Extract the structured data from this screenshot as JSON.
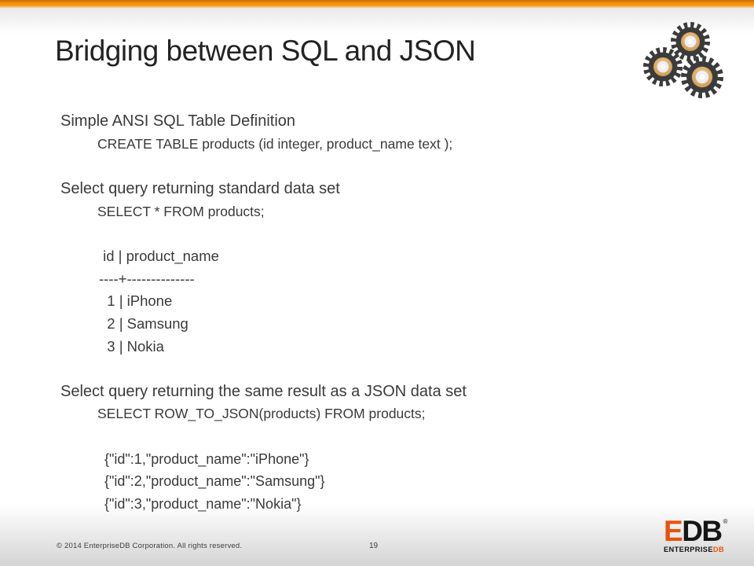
{
  "slide": {
    "title": "Bridging between SQL and JSON"
  },
  "content": {
    "sections": [
      {
        "heading": "Simple ANSI SQL Table Definition",
        "code": "CREATE TABLE products (id integer, product_name text );",
        "result": []
      },
      {
        "heading": "Select query returning standard data set",
        "code": "SELECT * FROM products;",
        "result": [
          " id | product_name",
          "----+--------------",
          "  1 | iPhone",
          "  2 | Samsung",
          "  3 | Nokia"
        ]
      },
      {
        "heading": "Select query returning the same result as a JSON data set",
        "code": "SELECT ROW_TO_JSON(products) FROM products;",
        "result": [
          "{\"id\":1,\"product_name\":\"iPhone\"}",
          "{\"id\":2,\"product_name\":\"Samsung\"}",
          "{\"id\":3,\"product_name\":\"Nokia\"}"
        ]
      }
    ]
  },
  "footer": {
    "copyright": "© 2014 EnterpriseDB Corporation. All rights reserved.",
    "page_number": "19"
  },
  "logo": {
    "primary_e": "E",
    "primary_db": "DB",
    "mark": "®",
    "secondary_enterprise": "ENTERPRISE",
    "secondary_db": "DB"
  },
  "icons": {
    "gears": "gears-icon"
  },
  "colors": {
    "accent_orange": "#F28C0E",
    "accent_orange_dark": "#D9700A",
    "accent_orange_light": "#F3D09C",
    "title_text": "#232323",
    "body_text": "#3A3A3A",
    "gear_dark": "#3B3B3B",
    "gear_ring_tan": "#DFB372",
    "logo_orange": "#E8520C",
    "logo_black": "#161616",
    "footer_gray": "#D4D4D4"
  }
}
